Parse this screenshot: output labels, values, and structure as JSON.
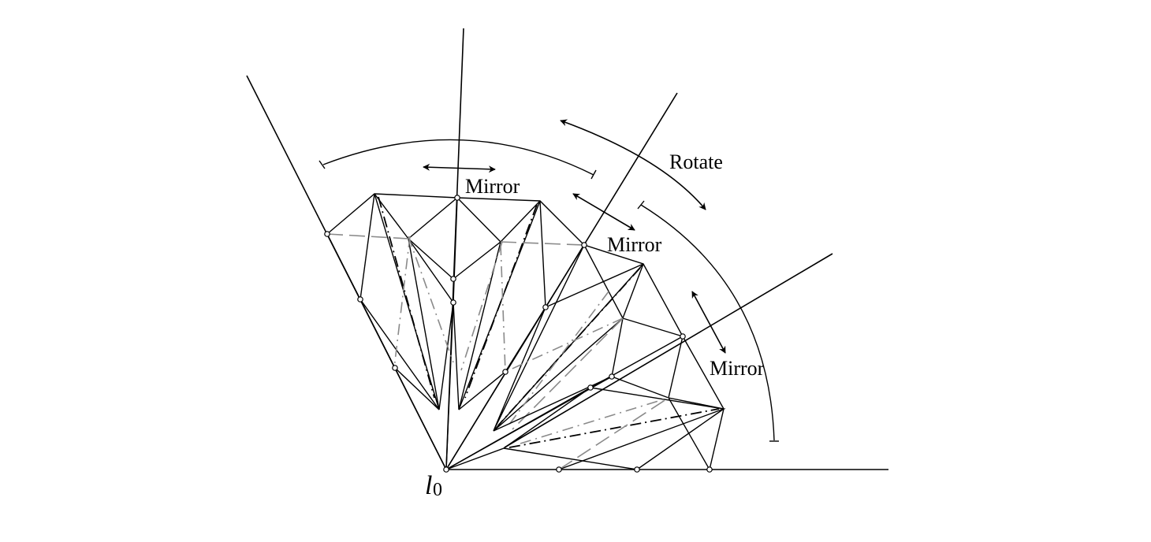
{
  "labels": {
    "mirror_top": "Mirror",
    "mirror_middle": "Mirror",
    "mirror_right": "Mirror",
    "rotate": "Rotate",
    "origin_main": "l",
    "origin_sub": "0"
  },
  "colors": {
    "line": "#000000",
    "gray_line": "#8a8a8a",
    "background": "#ffffff"
  }
}
